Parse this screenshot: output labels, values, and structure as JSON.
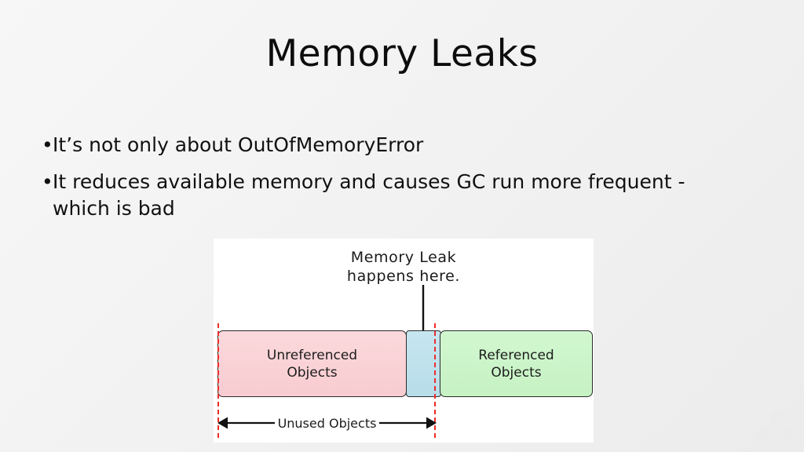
{
  "slide": {
    "title": "Memory Leaks",
    "background_color": "#f2f2f2",
    "bullets": [
      {
        "marker": "•",
        "text": "It’s not only about OutOfMemoryError"
      },
      {
        "marker": "•",
        "text": "It reduces available memory and causes GC run more frequent - which is bad"
      }
    ]
  },
  "diagram": {
    "caption_line1": "Memory Leak",
    "caption_line2": "happens here.",
    "segments": [
      {
        "name": "unreferenced",
        "label_line1": "Unreferenced",
        "label_line2": "Objects",
        "fill_color": "#fad4d7"
      },
      {
        "name": "leak-gap",
        "label_line1": "",
        "label_line2": "",
        "fill_color": "#bfe2ec"
      },
      {
        "name": "referenced",
        "label_line1": "Referenced",
        "label_line2": "Objects",
        "fill_color": "#ccf5cc"
      }
    ],
    "measure_label": "Unused Objects",
    "marker_color": "#ef2b2b",
    "arrow_color": "#111111",
    "panel_background": "#ffffff"
  },
  "watermark": {
    "icon": "pinwheel-logo",
    "color": "#ebebeb"
  }
}
